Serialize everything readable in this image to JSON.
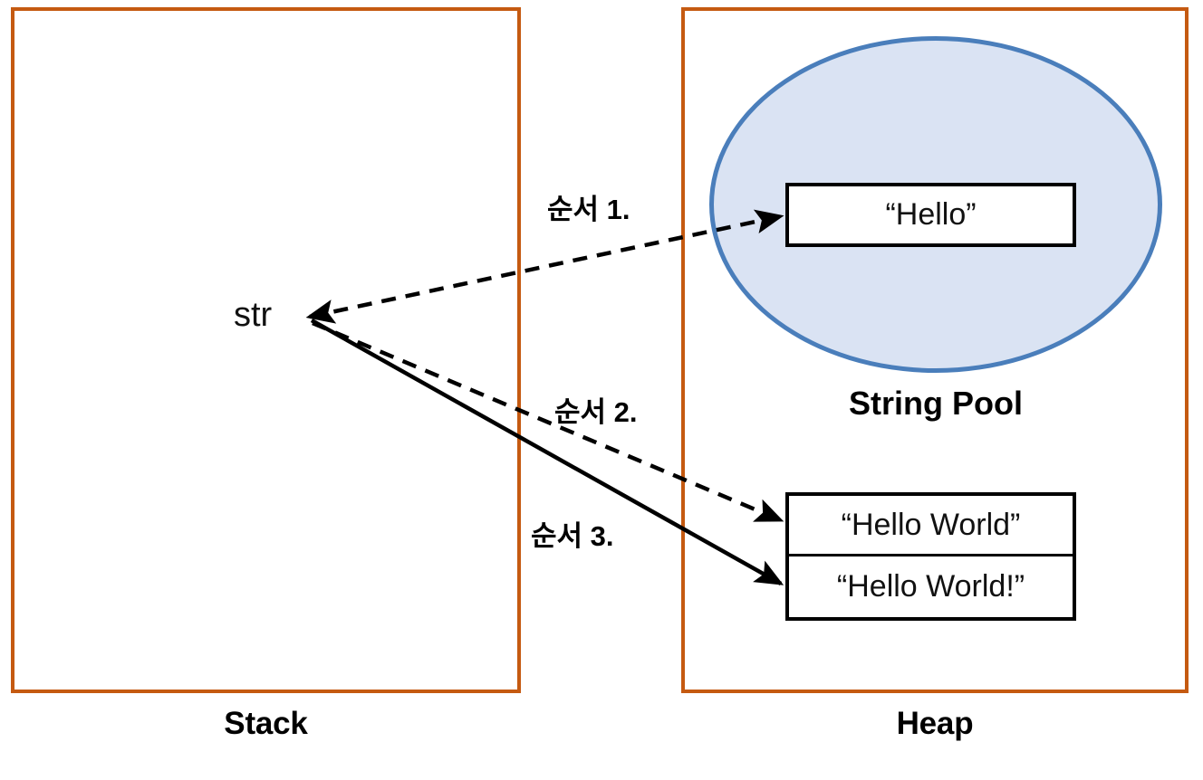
{
  "diagram": {
    "title": "Java String memory model: Stack reference and Heap / String Pool objects",
    "colors": {
      "region_border": "#C55A11",
      "pool_border": "#4A7EBB",
      "pool_fill": "#DAE3F3",
      "box_border": "#000000",
      "arrow": "#000000",
      "background": "#FFFFFF"
    }
  },
  "stack": {
    "caption": "Stack",
    "variable": "str"
  },
  "heap": {
    "caption": "Heap",
    "pool": {
      "label": "String Pool",
      "entries": [
        {
          "value": "“Hello”"
        }
      ]
    },
    "objects": [
      {
        "value": "“Hello World”"
      },
      {
        "value": "“Hello World!”"
      }
    ]
  },
  "arrows": [
    {
      "id": "step-1",
      "label": "순서 1.",
      "style": "dashed",
      "from": "str",
      "to": "“Hello”",
      "target_region": "String Pool"
    },
    {
      "id": "step-2",
      "label": "순서 2.",
      "style": "dashed",
      "from": "str",
      "to": "“Hello World”",
      "target_region": "Heap"
    },
    {
      "id": "step-3",
      "label": "순서 3.",
      "style": "solid",
      "from": "str",
      "to": "“Hello World!”",
      "target_region": "Heap"
    }
  ]
}
